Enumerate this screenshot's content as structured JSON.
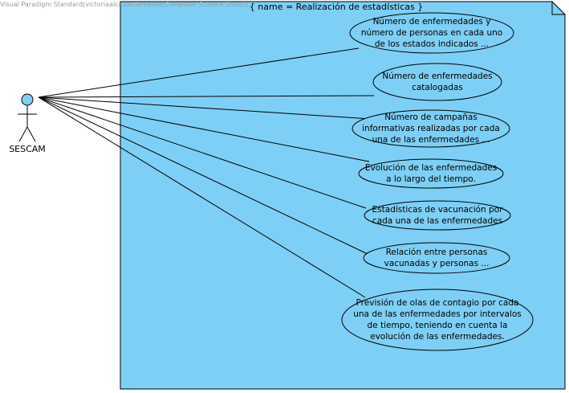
{
  "watermark": "Visual Paradigm Standard(victoriaalcazarclemente(Computer Science Shool))",
  "system": {
    "title": "{ name = Realización de estadísticas }"
  },
  "actor": {
    "name": "SESCAM"
  },
  "use_cases": [
    {
      "label": "Número de enfermedades y\nnúmero de personas en cada uno\nde los estados indicados ..."
    },
    {
      "label": "Número de enfermedades\ncatalogadas"
    },
    {
      "label": "Número de campañas\ninformativas realizadas por cada\nuna de las enfermedades ..."
    },
    {
      "label": "Evolución de las enfermedades\na lo largo del tiempo."
    },
    {
      "label": "Estadísticas de vacunación por\ncada una de las enfermedades"
    },
    {
      "label": "Relación entre personas\nvacunadas y personas ..."
    },
    {
      "label": "Previsión de olas de contagio por cada\nuna de las enfermedades por intervalos\nde tiempo, teniendo en cuenta la\nevolución de las enfermedades."
    }
  ],
  "colors": {
    "system_fill": "#7ecff5",
    "use_case_fill": "#7ecff5",
    "actor_head_fill": "#7ecff5",
    "stroke": "#000000"
  }
}
